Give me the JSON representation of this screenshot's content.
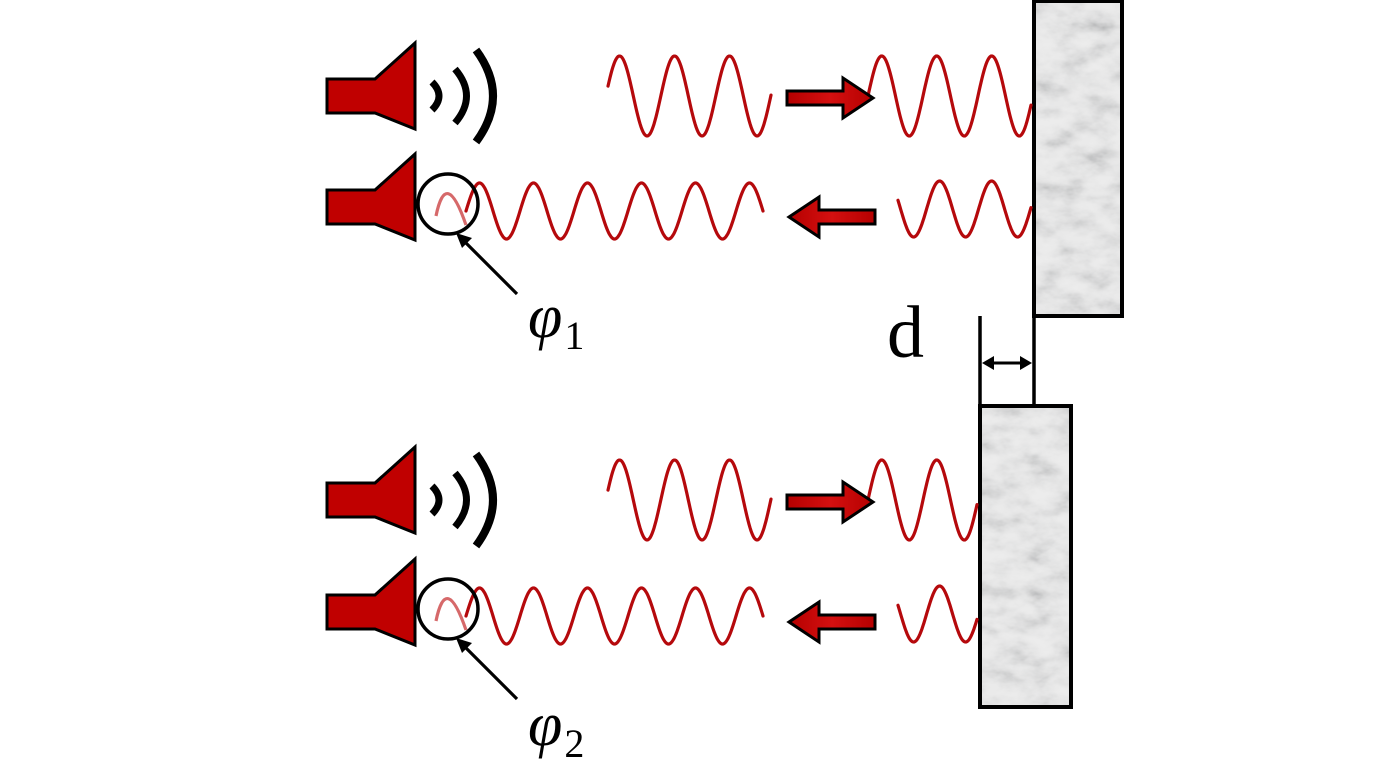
{
  "diagram": {
    "title": "",
    "colors": {
      "wave": "#b5090c",
      "wave_faded": "#d6696a",
      "speaker": "#c00000",
      "arrow": "#c00000",
      "outline": "#000000",
      "wall_fill": "#e4e4e4"
    },
    "panels": [
      {
        "id": "top",
        "phase_label": {
          "symbol": "φ",
          "subscript": "1"
        },
        "emitted_arrow_direction": "right",
        "reflected_arrow_direction": "left",
        "wall": "reference-wall"
      },
      {
        "id": "bottom",
        "phase_label": {
          "symbol": "φ",
          "subscript": "2"
        },
        "emitted_arrow_direction": "right",
        "reflected_arrow_direction": "left",
        "wall": "displaced-wall"
      }
    ],
    "displacement_label": "d",
    "icons": {
      "speaker": "speaker-icon",
      "sound_waves": "sound-waves-icon",
      "arrow_right": "arrow-right-icon",
      "arrow_left": "arrow-left-icon",
      "phase_marker": "circle-marker-icon"
    }
  }
}
